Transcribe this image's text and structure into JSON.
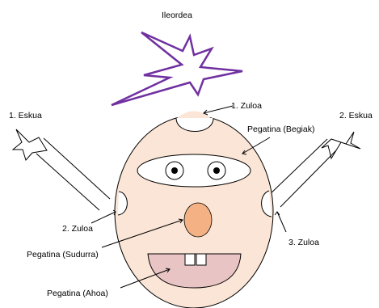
{
  "labels": {
    "hair": "Ileordea",
    "hand1": "1. Eskua",
    "hand2": "2. Eskua",
    "hole1": "1. Zuloa",
    "hole2": "2. Zuloa",
    "hole3": "3. Zuloa",
    "sticker_eyes": "Pegatina (Begiak)",
    "sticker_nose": "Pegatina (Sudurra)",
    "sticker_mouth": "Pegatina (Ahoa)"
  },
  "colors": {
    "face": "#fbe5d6",
    "hair": "#7030a0",
    "nose": "#f4b183",
    "mouth": "#e8c4c4",
    "outline": "#000000"
  }
}
